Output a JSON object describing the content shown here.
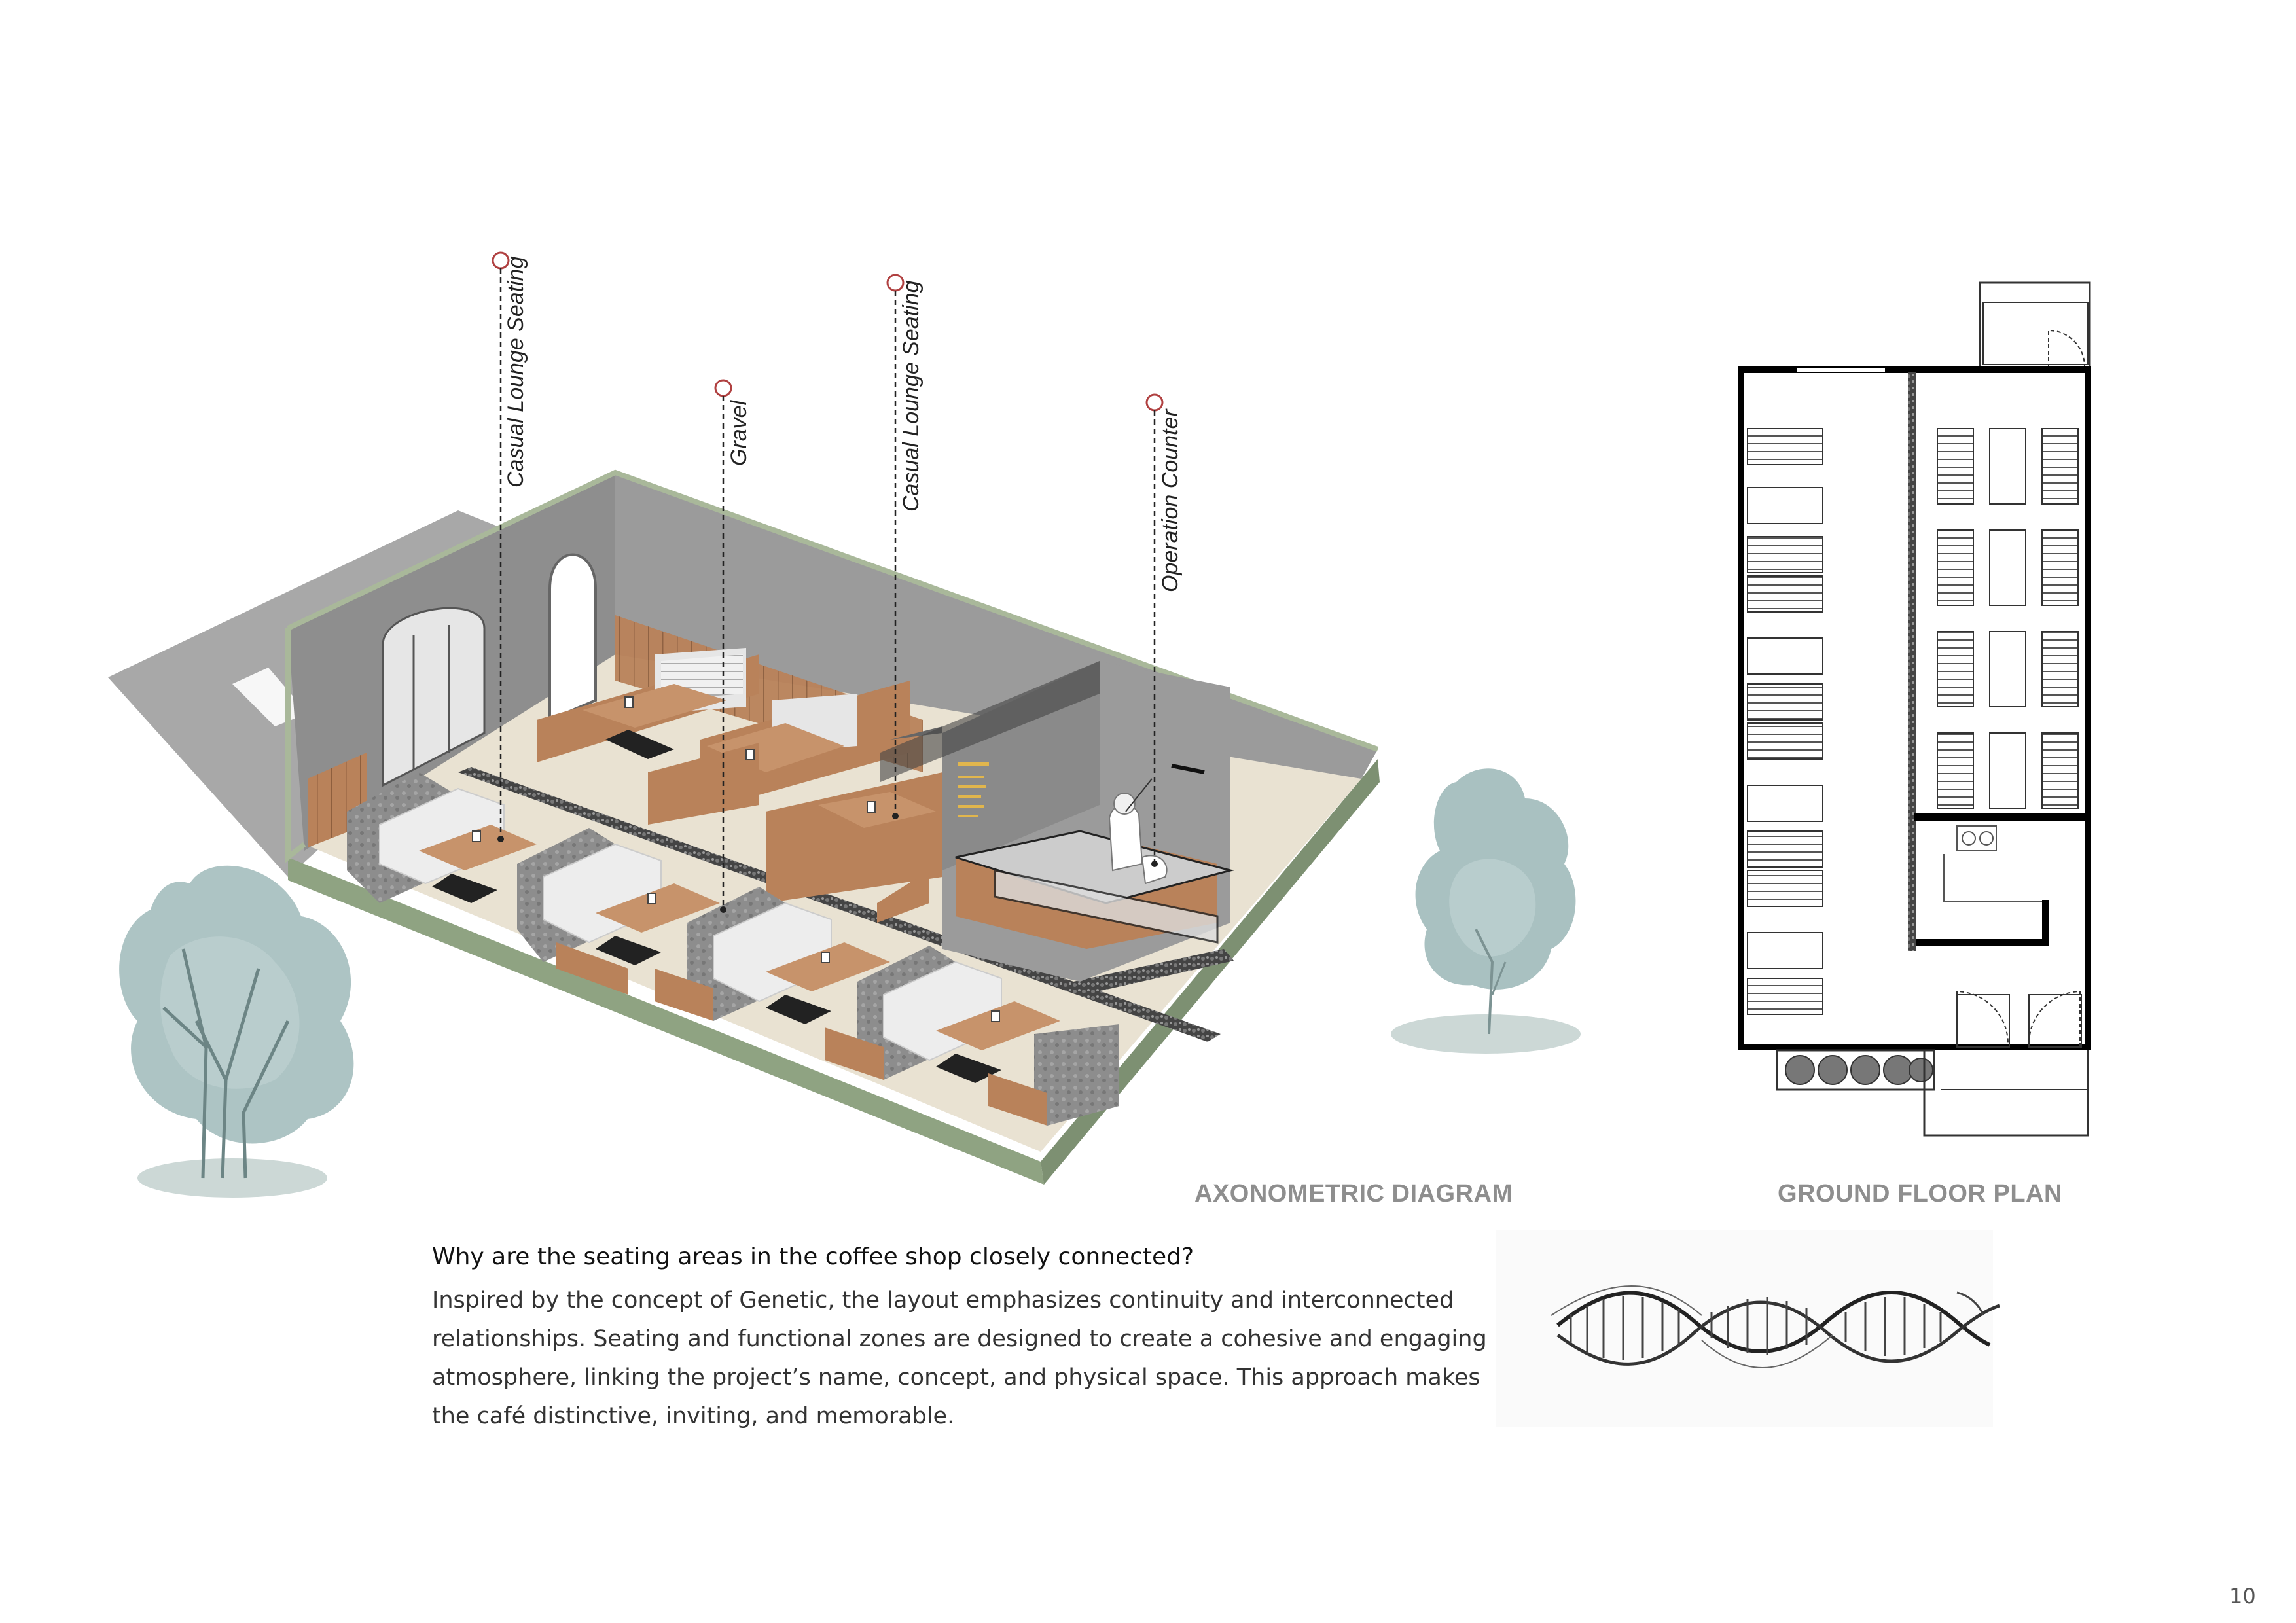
{
  "callouts": {
    "casual_lounge_seating_1": "Casual Lounge Seating",
    "gravel": "Gravel",
    "casual_lounge_seating_2": "Casual Lounge Seating",
    "operation_counter": "Operation Counter"
  },
  "captions": {
    "axonometric": "AXONOMETRIC DIAGRAM",
    "ground_floor_plan": "GROUND FLOOR PLAN"
  },
  "text": {
    "question": "Why are the seating areas in the coffee shop closely connected?",
    "description_lines": [
      "Inspired by the concept of Genetic, the layout emphasizes continuity and interconnected",
      "relationships. Seating and functional zones are designed to create a cohesive and engaging",
      "atmosphere, linking the project’s name, concept, and physical space. This approach makes",
      "the café distinctive, inviting, and memorable."
    ]
  },
  "page_number": "10",
  "colors": {
    "wall": "#9a9a9a",
    "floor": "#e9e2d2",
    "base": "#a9b89a",
    "wood": "#b9825a",
    "tree": "#a8c0c0",
    "callout_marker": "#b04040"
  }
}
